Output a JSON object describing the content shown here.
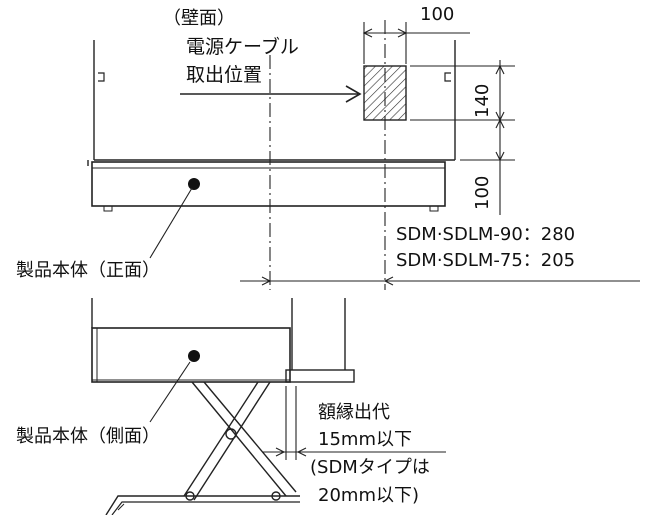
{
  "labels": {
    "wall": "（壁面）",
    "cable_line1": "電源ケーブル",
    "cable_line2": "取出位置",
    "dim_100_top": "100",
    "dim_140": "140",
    "dim_100_side": "100",
    "spec_90": "SDM·SDLM-90：280",
    "spec_75": "SDM·SDLM-75：205",
    "body_front": "製品本体（正面）",
    "body_side": "製品本体（側面）",
    "frame_line1": "額縁出代",
    "frame_line2": "15mm以下",
    "frame_line3": "(SDMタイプは",
    "frame_line4": "20mm以下)"
  }
}
